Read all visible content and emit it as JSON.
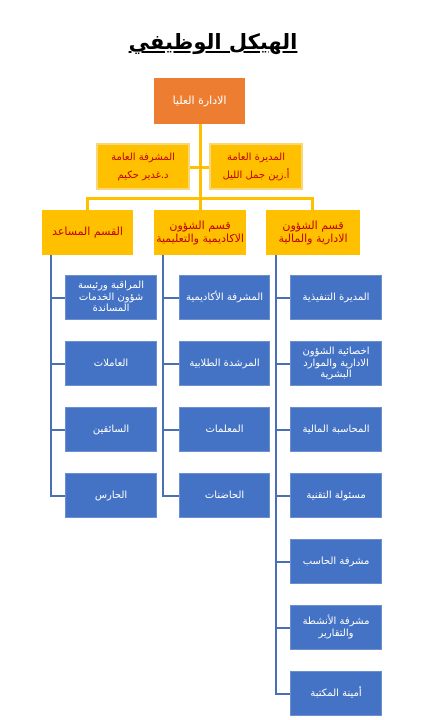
{
  "title": "الهيكل الوظيفي",
  "top": "الادارة العليا",
  "assistants": {
    "director": {
      "title": "المديرة العامة",
      "name": "أ.زين جمل الليل"
    },
    "supervisor": {
      "title": "المشرفة العامة",
      "name": "د.غدير حكيم"
    }
  },
  "departments": {
    "admin": {
      "label": "قسم الشؤون الادارية والمالية",
      "items": [
        "المديرة التنفيذية",
        "اخصائية الشؤون الادارية والموارد البشرية",
        "المحاسبة المالية",
        "مسئولة التقنية",
        "مشرفة الحاسب",
        "مشرفة الأنشطة والتقارير",
        "أمينة المكتبة"
      ]
    },
    "academic": {
      "label": "قسم الشؤون الاكاديمية والتعليمية",
      "items": [
        "المشرفة الأكاديمية",
        "المرشدة الطلابية",
        "المعلمات",
        "الحاضنات"
      ]
    },
    "support": {
      "label": "القسم المساعد",
      "items": [
        "المراقبة ورئيسة شؤون الخدمات المساندة",
        "العاملات",
        "السائقين",
        "الحارس"
      ]
    }
  }
}
